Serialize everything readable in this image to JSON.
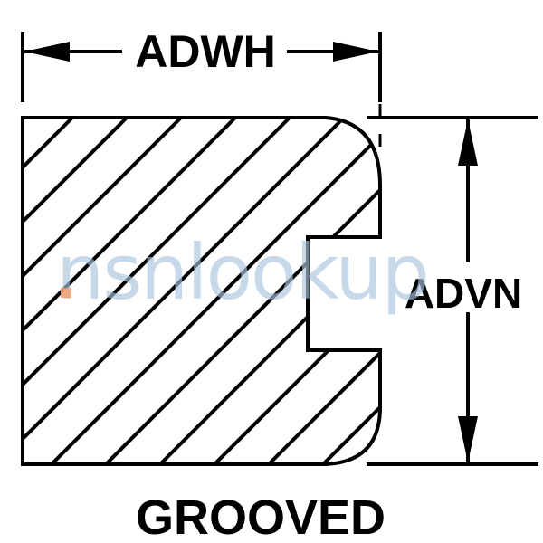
{
  "diagram": {
    "title": "GROOVED",
    "width_dimension_label": "ADWH",
    "height_dimension_label": "ADVN",
    "watermark": {
      "text": "nsnlookup",
      "dot_color": "#f4a072",
      "text_color": "#aac4de"
    },
    "line_color": "#000000",
    "background_color": "#ffffff"
  }
}
